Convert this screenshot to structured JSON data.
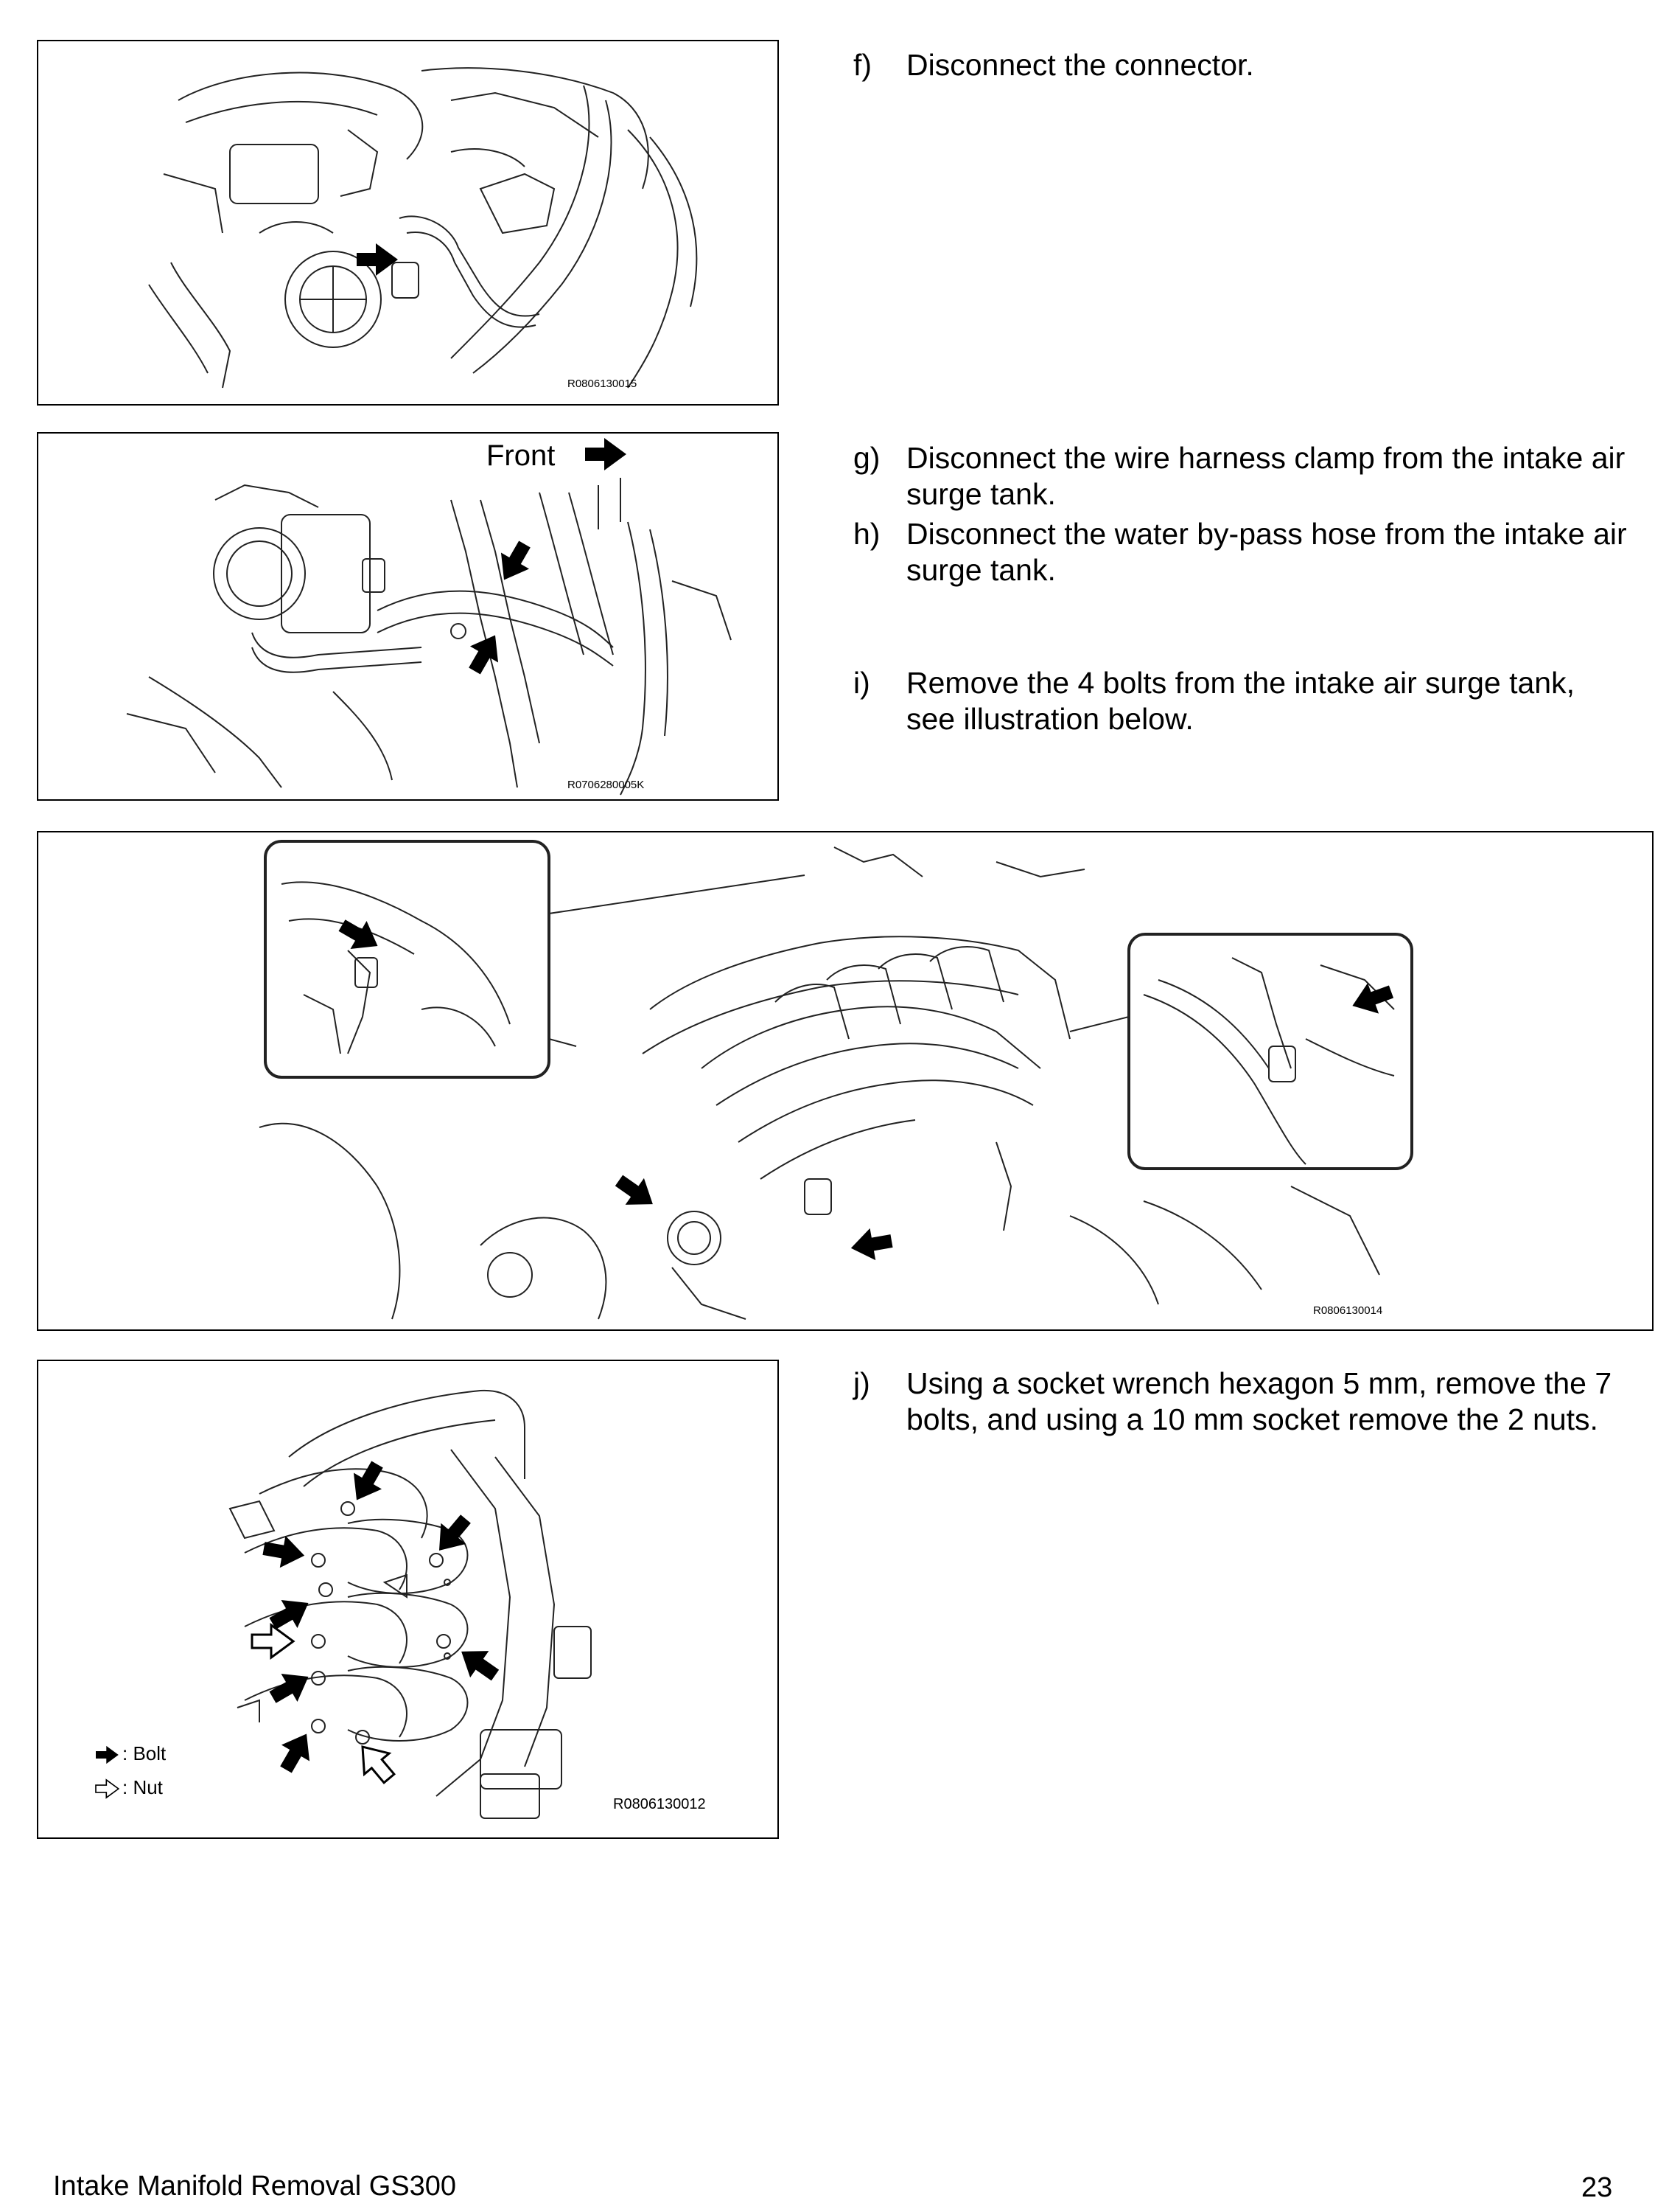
{
  "figures": [
    {
      "code": "R0806130015"
    },
    {
      "code": "R0706280005K",
      "front_label": "Front"
    },
    {
      "code": "R0806130014"
    },
    {
      "code": "R0806130012",
      "legend": {
        "bolt": ": Bolt",
        "nut": ": Nut"
      }
    }
  ],
  "steps": [
    {
      "letter": "f)",
      "text": "Disconnect the connector."
    },
    {
      "letter": "g)",
      "text": "Disconnect the wire harness clamp from the intake air surge tank."
    },
    {
      "letter": "h)",
      "text": "Disconnect the water by-pass hose from the intake air surge tank."
    },
    {
      "letter": "i)",
      "text": "Remove the 4 bolts from the intake air surge tank, see illustration below."
    },
    {
      "letter": "j)",
      "text": "Using a socket wrench hexagon 5 mm, remove the 7 bolts, and using a 10 mm socket remove the 2 nuts."
    }
  ],
  "footer": {
    "title": "Intake Manifold Removal GS300",
    "page": "23"
  },
  "icons": [
    "solid-arrow-icon",
    "hollow-arrow-icon"
  ]
}
